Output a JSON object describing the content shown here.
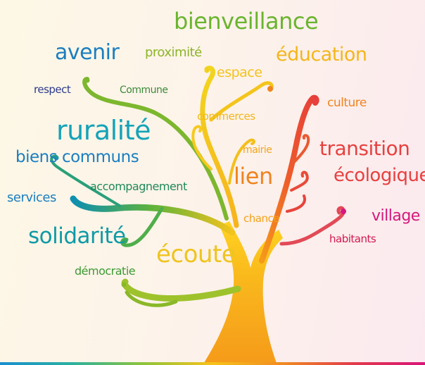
{
  "colors": {
    "trunk_bottom": "#f7a41b",
    "trunk_top": "#ffd21f",
    "blue": "#1a7ec1",
    "teal": "#0e9aa6",
    "green": "#6ab42e",
    "olive": "#8bb528",
    "yellow": "#f4b61a",
    "orange": "#ef8420",
    "red": "#e8403f",
    "magenta": "#d6187b",
    "navy": "#2c3a8c"
  },
  "words": {
    "bienveillance": "bienveillance",
    "avenir": "avenir",
    "proximite": "proximité",
    "education": "éducation",
    "espace": "espace",
    "respect": "respect",
    "commune": "Commune",
    "culture": "culture",
    "commerces": "commerces",
    "ruralite": "ruralité",
    "mairie": "mairie",
    "transition": "transition",
    "biens_communs": "biens communs",
    "lien": "lien",
    "ecologique": "écologique",
    "accompagnement": "accompagnement",
    "services": "services",
    "village": "village",
    "chance": "chance",
    "solidarite": "solidarité",
    "habitants": "habitants",
    "ecoute": "écoute",
    "democratie": "démocratie"
  }
}
